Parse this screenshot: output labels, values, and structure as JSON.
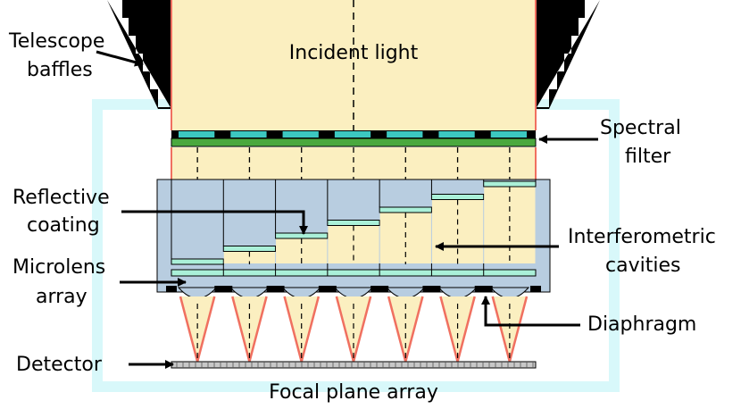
{
  "labels": {
    "incident_light": "Incident light",
    "telescope_baffles_l1": "Telescope",
    "telescope_baffles_l2": "baffles",
    "spectral_filter_l1": "Spectral",
    "spectral_filter_l2": "filter",
    "reflective_coating_l1": "Reflective",
    "reflective_coating_l2": "coating",
    "interferometric_cavities_l1": "Interferometric",
    "interferometric_cavities_l2": "cavities",
    "microlens_array_l1": "Microlens",
    "microlens_array_l2": "array",
    "diaphragm": "Diaphragm",
    "detector": "Detector",
    "focal_plane_array": "Focal plane array"
  },
  "colors": {
    "light_fill": "#fbefc0",
    "boundary_ray": "#f07060",
    "filter_green": "#4aa83e",
    "filter_cyan": "#3cc8c0",
    "cavity_fill": "#b8cde0",
    "coating": "#aaf0d8",
    "enclosure": "#d8f8fa",
    "detector": "#c8c8c8"
  },
  "cavity_count": 7
}
